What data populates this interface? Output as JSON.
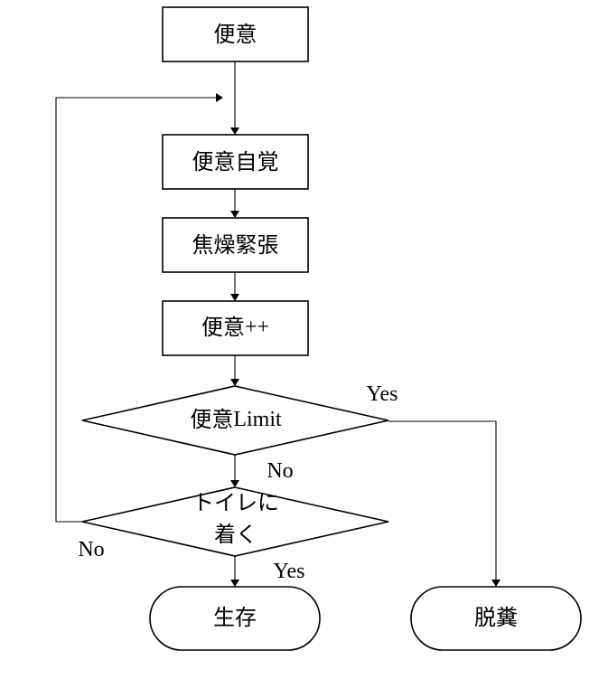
{
  "nodes": {
    "start": {
      "text": "便意"
    },
    "awareness": {
      "text": "便意自覚"
    },
    "anxiety": {
      "text": "焦燥緊張"
    },
    "increment": {
      "text_jp": "便意",
      "text_latin": "++"
    },
    "limit_check": {
      "text_jp": "便意",
      "text_latin": "Limit"
    },
    "toilet_check": {
      "line1": "トイレに",
      "line2": "着く"
    },
    "survive": {
      "text": "生存"
    },
    "defecate": {
      "text": "脱糞"
    }
  },
  "edge_labels": {
    "limit_yes": "Yes",
    "limit_no": "No",
    "toilet_yes": "Yes",
    "toilet_no": "No"
  }
}
